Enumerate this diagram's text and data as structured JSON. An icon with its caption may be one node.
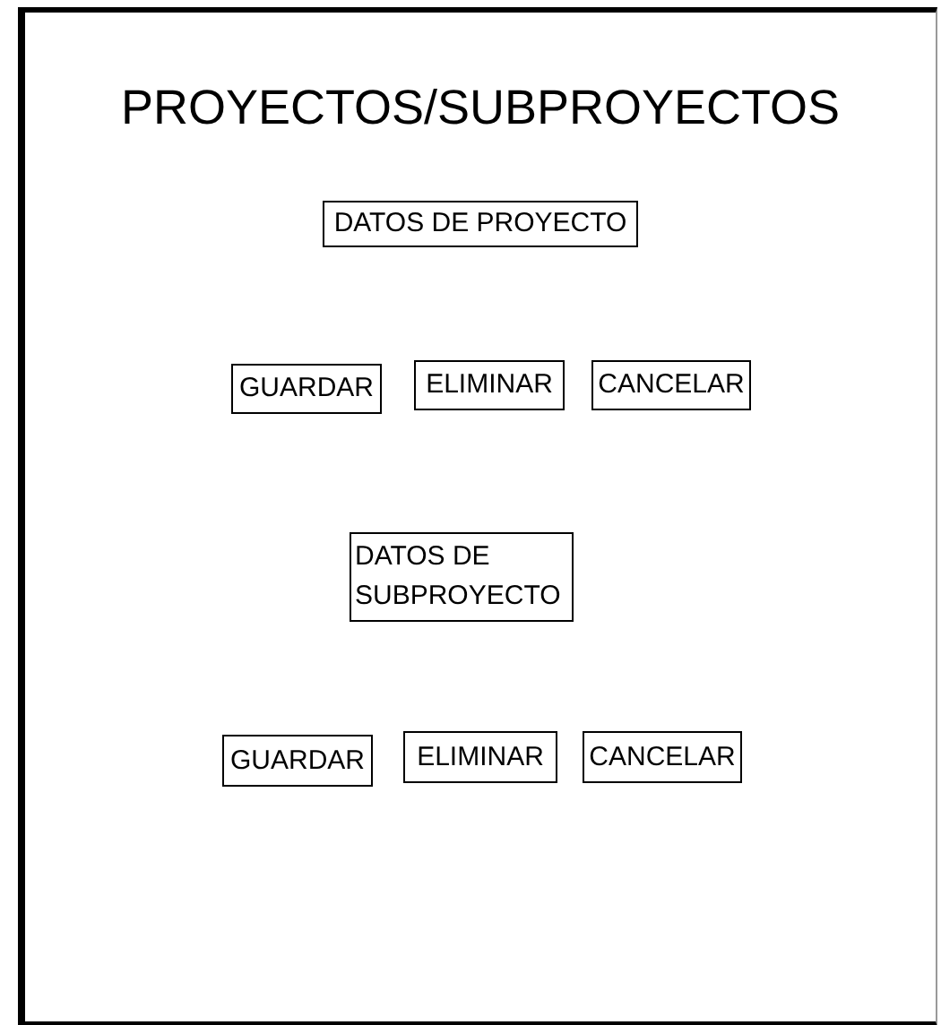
{
  "diagram": {
    "title": "PROYECTOS/SUBPROYECTOS",
    "nodes": [
      {
        "text": [
          "DATOS DE PROYECTO"
        ]
      },
      {
        "text": [
          "GUARDAR"
        ]
      },
      {
        "text": [
          "ELIMINAR"
        ]
      },
      {
        "text": [
          "CANCELAR"
        ]
      },
      {
        "text": [
          "DATOS DE SUBPROYECTO"
        ]
      },
      {
        "text": [
          "GUARDAR"
        ]
      },
      {
        "text": [
          "ELIMINAR"
        ]
      },
      {
        "text": [
          "CANCELAR"
        ]
      }
    ]
  }
}
